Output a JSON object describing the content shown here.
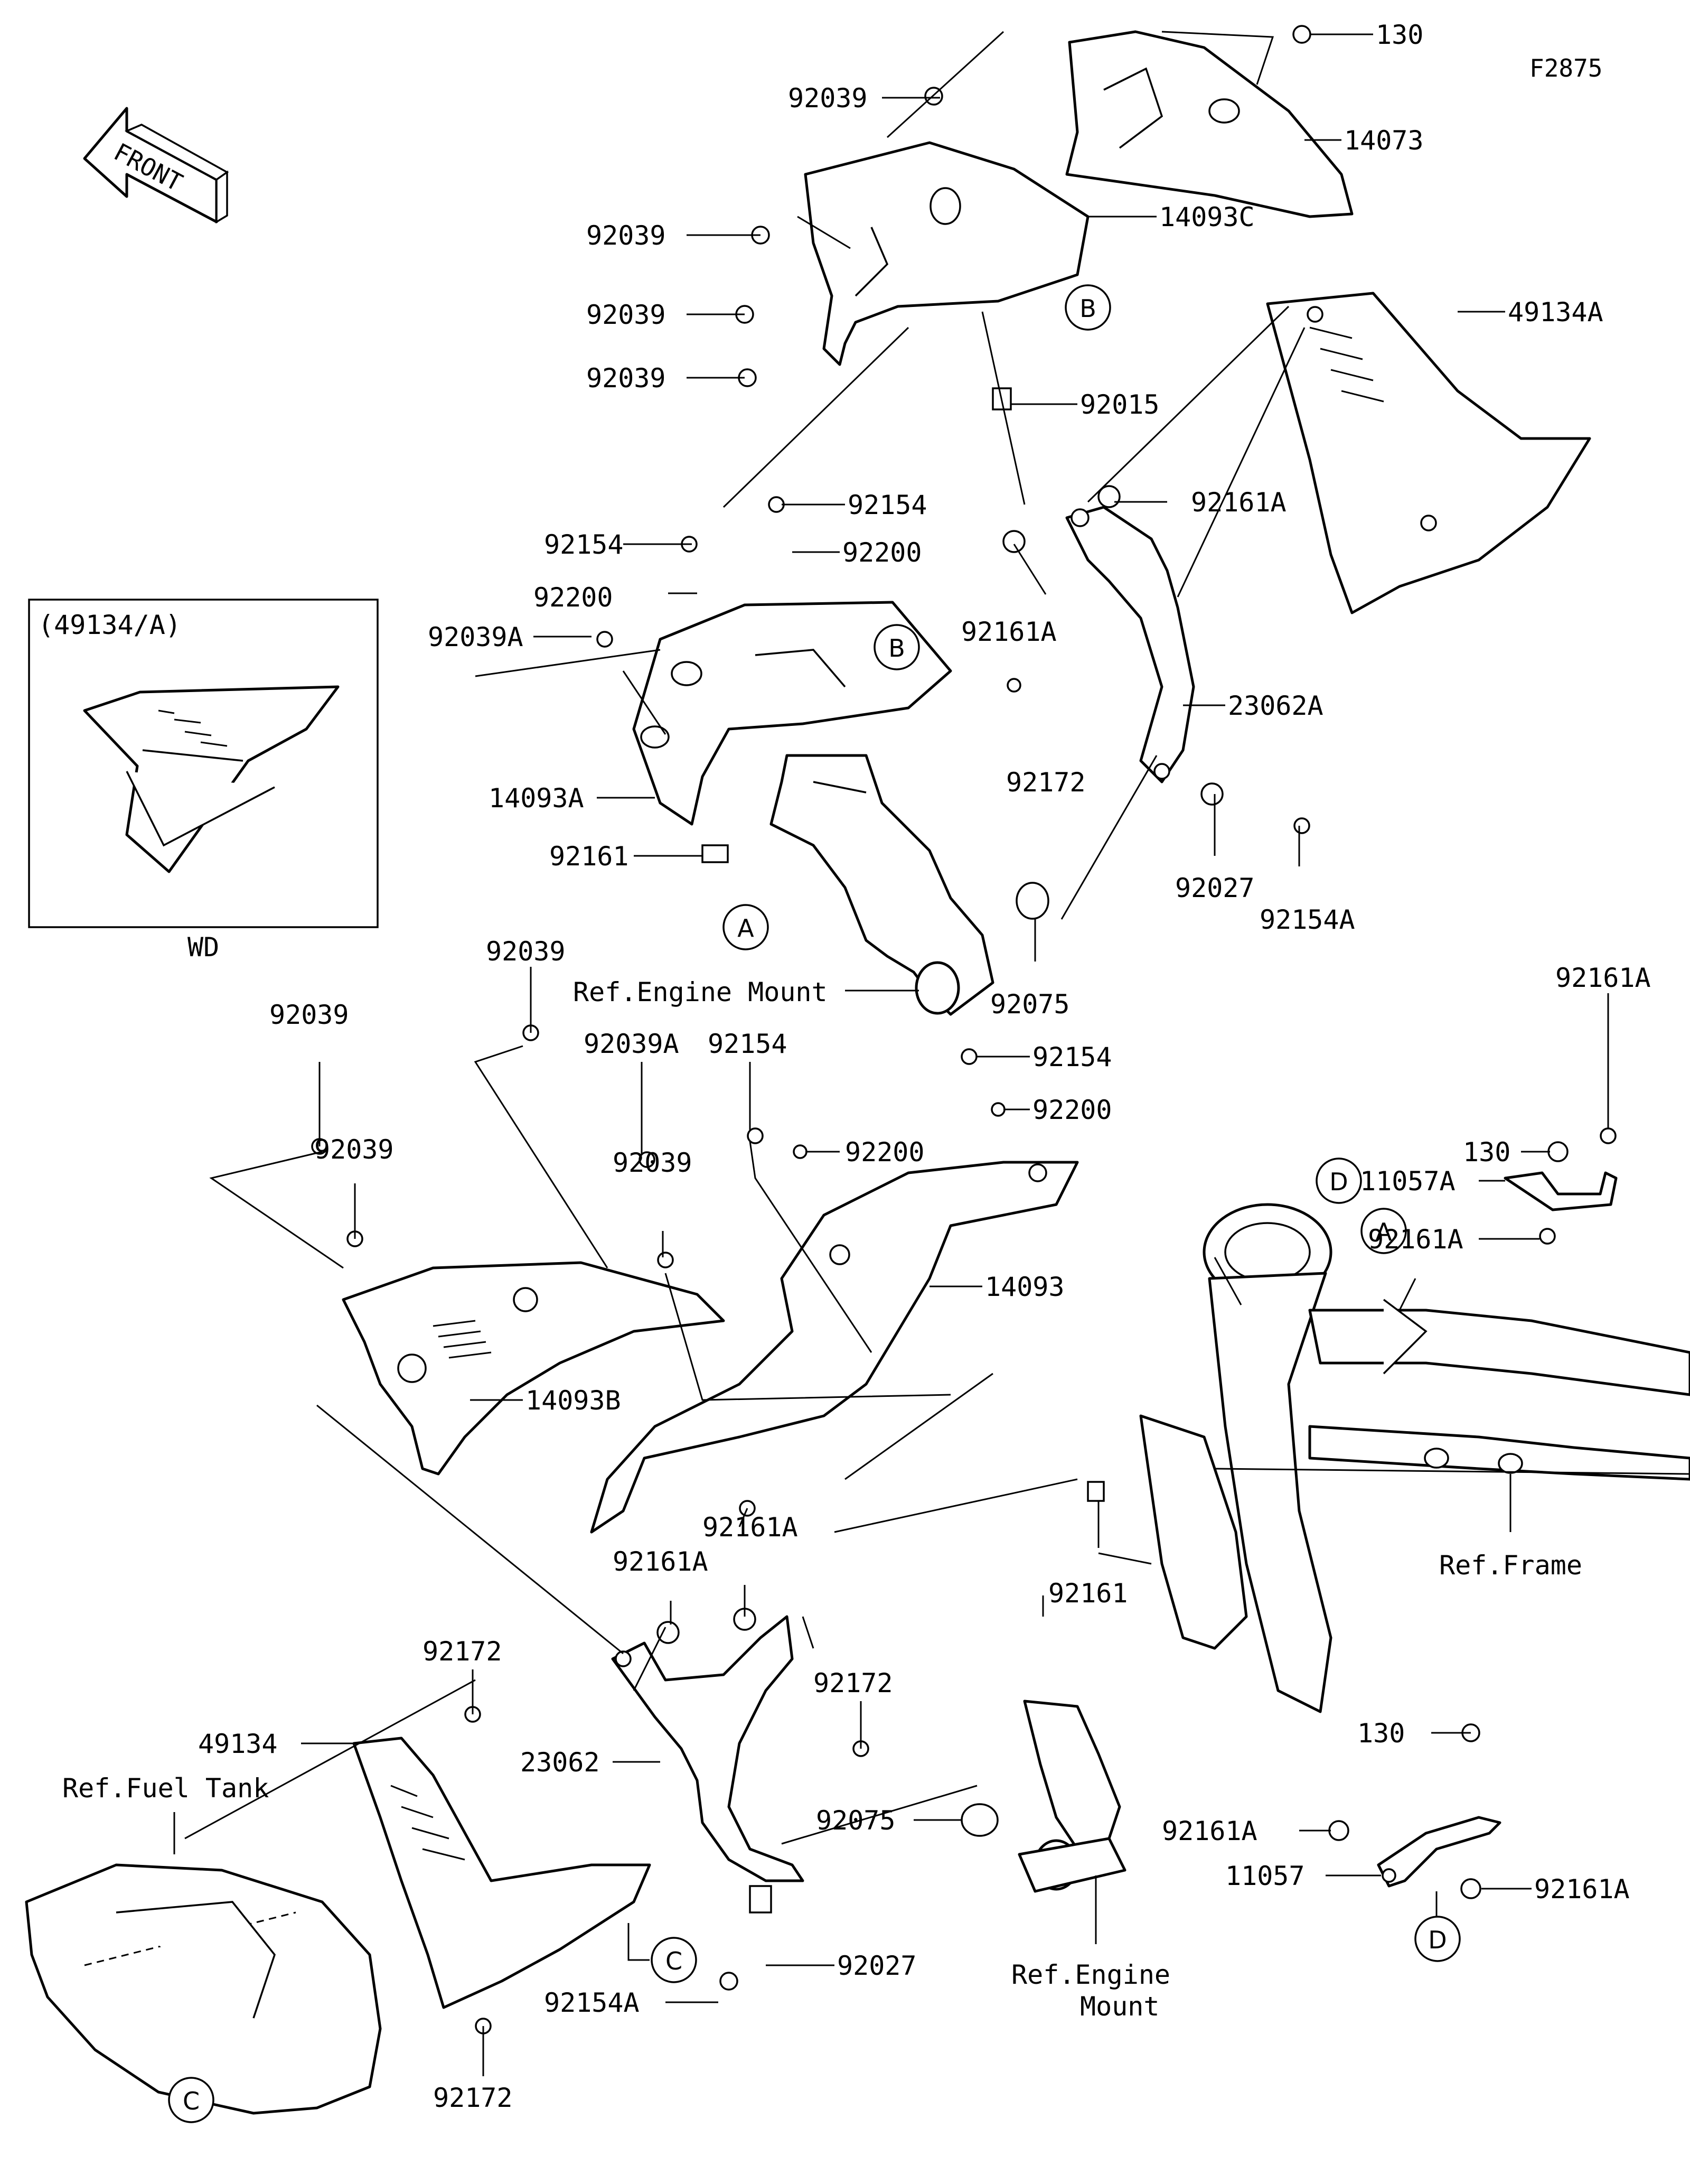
{
  "figure_code": "F2875",
  "front_label": "FRONT",
  "inset": {
    "title": "(49134/A)",
    "caption": "WD"
  },
  "refs": {
    "engine_mount_top": "Ref.Engine Mount",
    "frame": "Ref.Frame",
    "fuel_tank": "Ref.Fuel Tank",
    "engine_mount_bottom_1": "Ref.Engine",
    "engine_mount_bottom_2": "Mount"
  },
  "callouts": {
    "A": "A",
    "B": "B",
    "C": "C",
    "D": "D"
  },
  "part_numbers": {
    "p130_top": "130",
    "p14073": "14073",
    "p92039_a": "92039",
    "p92039_b": "92039",
    "p92039_c": "92039",
    "p92039_d": "92039",
    "p14093C": "14093C",
    "p92015": "92015",
    "p49134A": "49134A",
    "p92154_a": "92154",
    "p92200_a": "92200",
    "p92154_b": "92154",
    "p92200_b": "92200",
    "p92039A_a": "92039A",
    "p92161A_a": "92161A",
    "p92161A_b": "92161A",
    "p92172_a": "92172",
    "p23062A": "23062A",
    "p14093A": "14093A",
    "p92161_a": "92161",
    "p92027_a": "92027",
    "p92154A_a": "92154A",
    "p92075_a": "92075",
    "p92039_e": "92039",
    "p92039_f": "92039",
    "p92039_g": "92039",
    "p92039A_b": "92039A",
    "p92154_c": "92154",
    "p92154_d": "92154",
    "p92200_c": "92200",
    "p92200_d": "92200",
    "p92039_h": "92039",
    "p14093": "14093",
    "p14093B": "14093B",
    "p92161A_c": "92161A",
    "p92161A_d": "92161A",
    "p92161_b": "92161",
    "p130_mid": "130",
    "p92161A_e": "92161A",
    "p11057A": "11057A",
    "p92161A_f": "92161A",
    "p92172_b": "92172",
    "p92172_c": "92172",
    "p49134": "49134",
    "p23062": "23062",
    "p92075_b": "92075",
    "p92027_b": "92027",
    "p92154A_b": "92154A",
    "p92172_d": "92172",
    "p130_bot": "130",
    "p92161A_g": "92161A",
    "p11057": "11057",
    "p92161A_h": "92161A"
  }
}
